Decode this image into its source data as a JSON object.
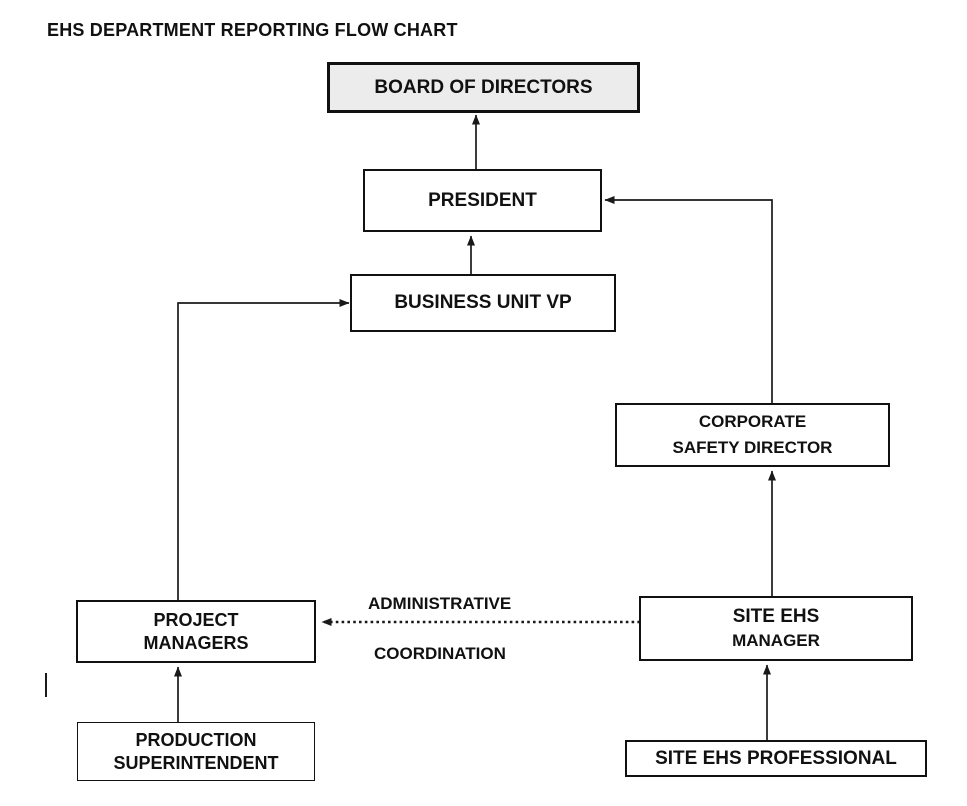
{
  "title": "EHS DEPARTMENT REPORTING FLOW CHART",
  "nodes": {
    "board_of_directors": {
      "label": "BOARD OF DIRECTORS"
    },
    "president": {
      "label": "PRESIDENT"
    },
    "business_unit_vp": {
      "label": "BUSINESS UNIT VP"
    },
    "corporate_safety_director": {
      "line1": "CORPORATE",
      "line2": "SAFETY DIRECTOR"
    },
    "project_managers": {
      "line1": "PROJECT",
      "line2": "MANAGERS"
    },
    "site_ehs_manager": {
      "line1": "SITE EHS",
      "line2": "MANAGER"
    },
    "production_superintendent": {
      "line1": "PRODUCTION",
      "line2": "SUPERINTENDENT"
    },
    "site_ehs_professional": {
      "label": "SITE EHS PROFESSIONAL"
    }
  },
  "edge_labels": {
    "administrative": "ADMINISTRATIVE",
    "coordination": "COORDINATION"
  },
  "edges": [
    {
      "from": "PRESIDENT",
      "to": "BOARD OF DIRECTORS",
      "style": "solid"
    },
    {
      "from": "BUSINESS UNIT VP",
      "to": "PRESIDENT",
      "style": "solid"
    },
    {
      "from": "CORPORATE SAFETY DIRECTOR",
      "to": "PRESIDENT",
      "style": "solid"
    },
    {
      "from": "SITE EHS MANAGER",
      "to": "CORPORATE SAFETY DIRECTOR",
      "style": "solid"
    },
    {
      "from": "PROJECT MANAGERS",
      "to": "BUSINESS UNIT VP",
      "style": "solid"
    },
    {
      "from": "PRODUCTION SUPERINTENDENT",
      "to": "PROJECT MANAGERS",
      "style": "solid"
    },
    {
      "from": "SITE EHS PROFESSIONAL",
      "to": "SITE EHS MANAGER",
      "style": "solid"
    },
    {
      "from": "SITE EHS MANAGER",
      "to": "PROJECT MANAGERS",
      "style": "dotted",
      "label": "ADMINISTRATIVE COORDINATION"
    }
  ],
  "colors": {
    "line": "#1a1a1a",
    "box_border": "#111111",
    "board_fill": "#ececec",
    "background": "#ffffff",
    "text": "#111111"
  }
}
